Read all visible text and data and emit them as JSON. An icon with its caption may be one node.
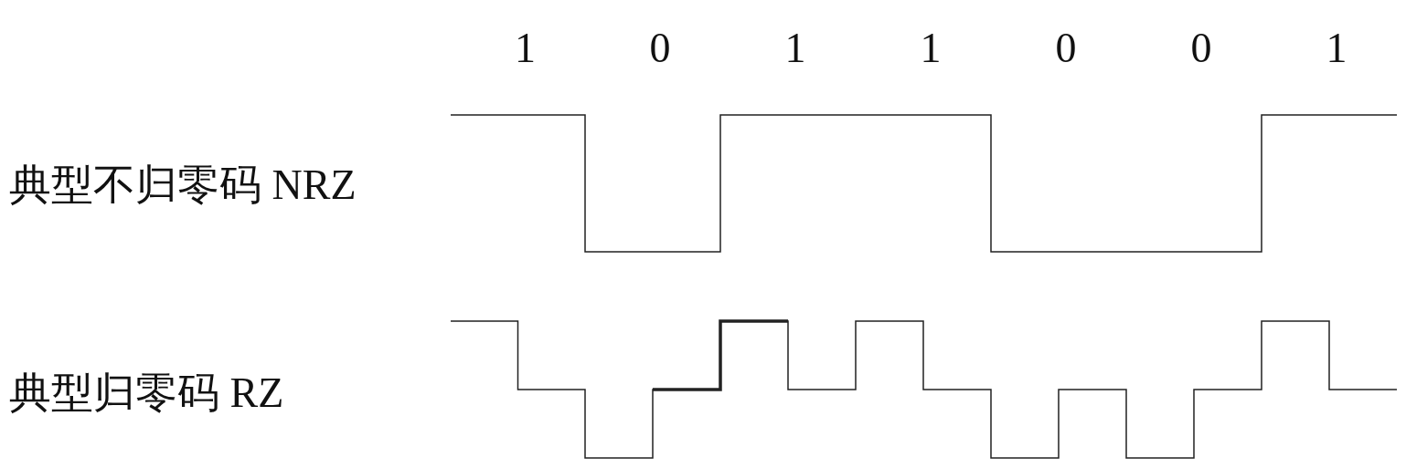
{
  "diagram": {
    "labels": [
      "1",
      "0",
      "1",
      "1",
      "0",
      "0",
      "1",
      "典型不归零码 NRZ",
      "典型归零码 RZ"
    ]
  }
}
